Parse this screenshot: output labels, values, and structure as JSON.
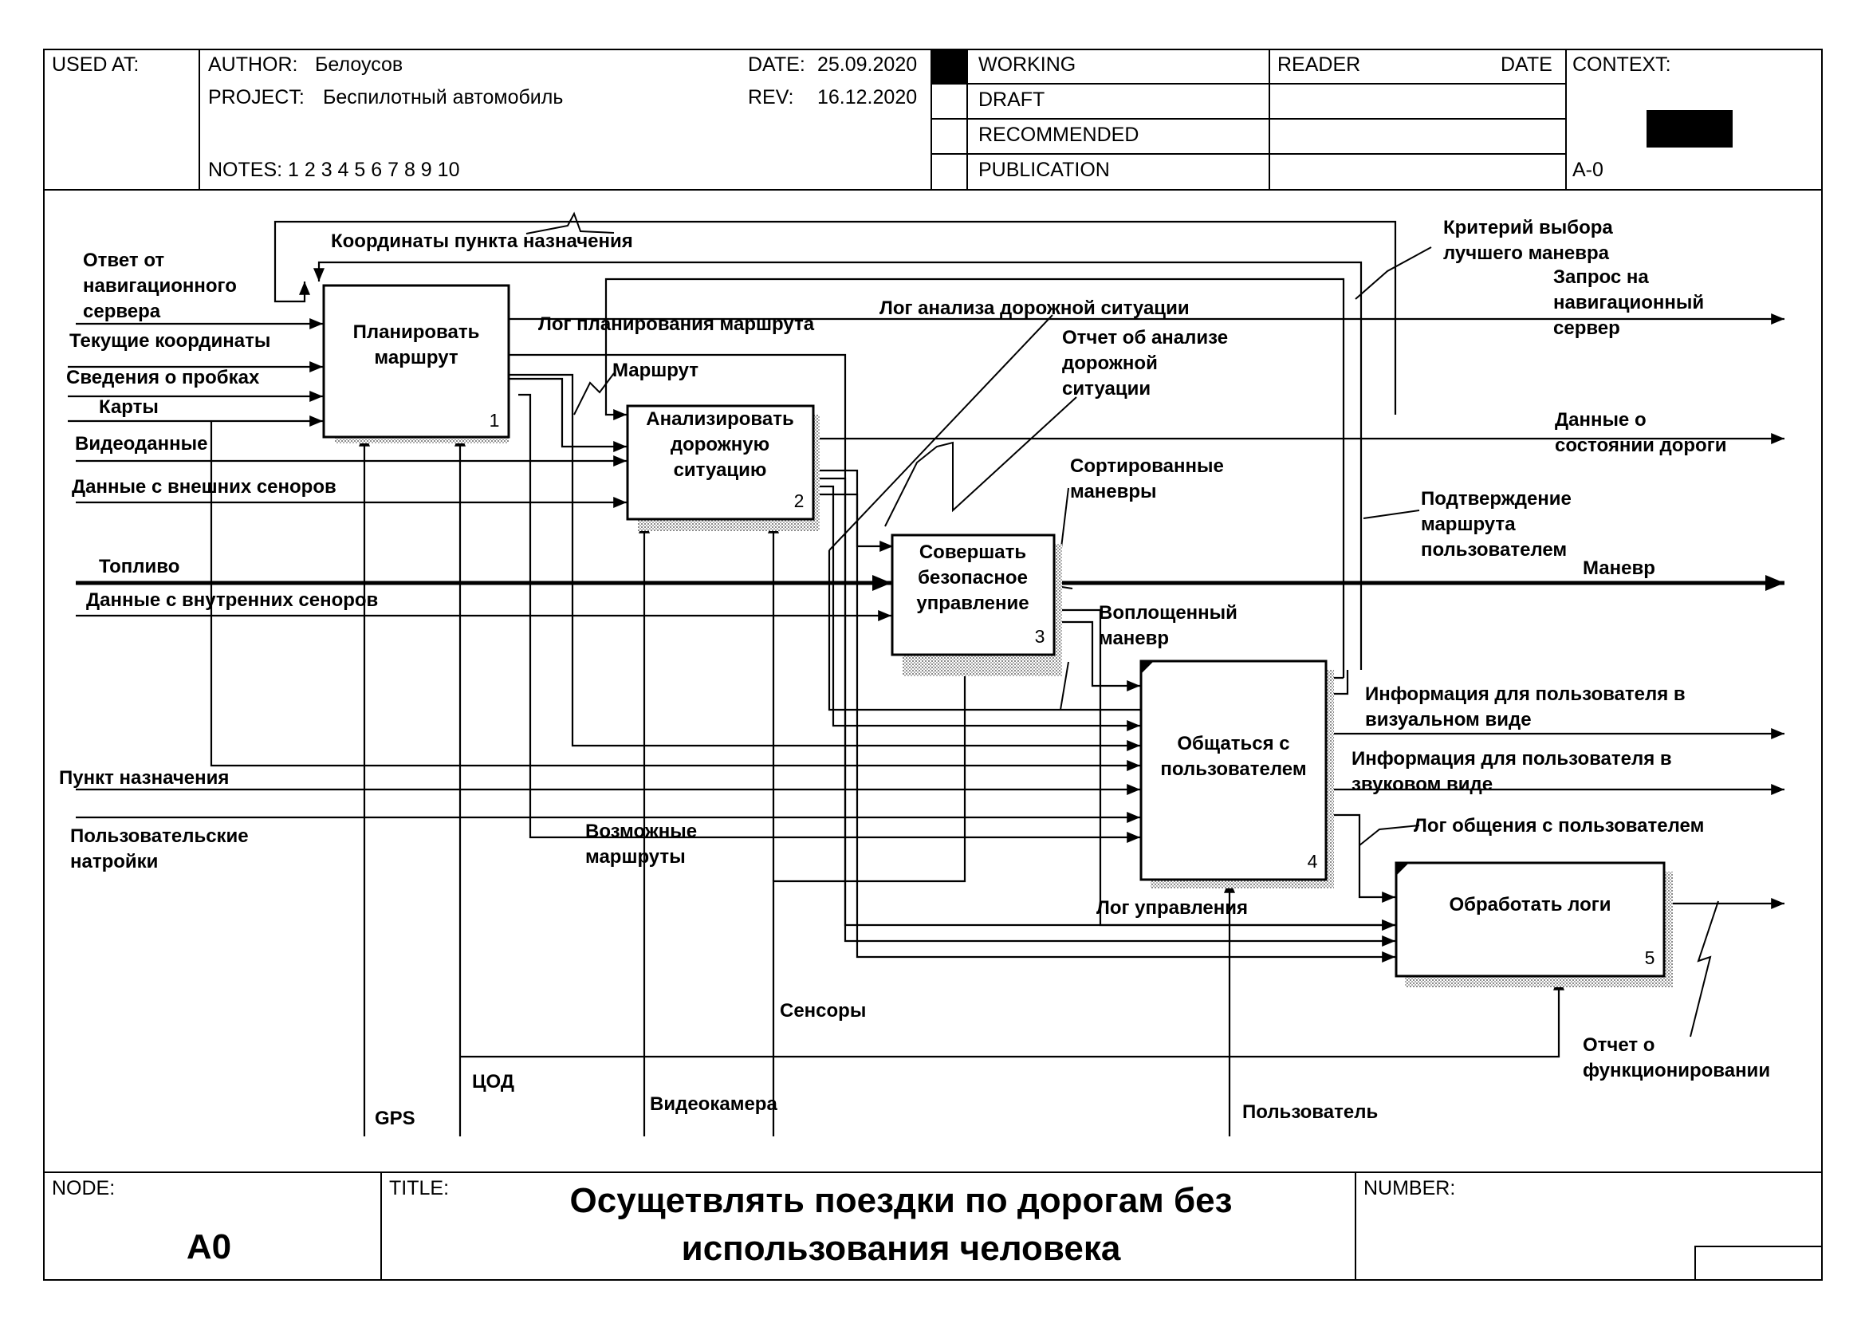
{
  "header": {
    "used_at": "USED AT:",
    "author_label": "AUTHOR:",
    "author": "Белоусов",
    "project_label": "PROJECT:",
    "project": "Беспилотный автомобиль",
    "date_label": "DATE:",
    "date": "25.09.2020",
    "rev_label": "REV:",
    "rev": "16.12.2020",
    "notes": "NOTES:  1  2  3  4  5  6  7  8  9  10",
    "working": "WORKING",
    "draft": "DRAFT",
    "recommended": "RECOMMENDED",
    "publication": "PUBLICATION",
    "reader": "READER",
    "reader_date": "DATE",
    "context": "CONTEXT:",
    "context_node": "A-0"
  },
  "boxes": [
    {
      "lines": [
        "Планировать",
        "маршрут"
      ],
      "number": "1"
    },
    {
      "lines": [
        "Анализировать",
        "дорожную",
        "ситуацию"
      ],
      "number": "2"
    },
    {
      "lines": [
        "Совершать",
        "безопасное",
        "управление"
      ],
      "number": "3"
    },
    {
      "lines": [
        "Общаться с",
        "пользователем"
      ],
      "number": "4"
    },
    {
      "lines": [
        "Обработать логи"
      ],
      "number": "5"
    }
  ],
  "arrows": {
    "nav_reply": [
      "Ответ от",
      "навигационного",
      "сервера"
    ],
    "current_coords": "Текущие координаты",
    "traffic": "Сведения о пробках",
    "maps": "Карты",
    "video": "Видеоданные",
    "ext_sensors": "Данные с внешних сеноров",
    "fuel": "Топливо",
    "int_sensors": "Данные с внутренних сеноров",
    "destination": "Пункт назначения",
    "user_settings": [
      "Пользовательские",
      "натройки"
    ],
    "dest_coords": "Координаты пункта назначения",
    "route_log": "Лог планирования маршрута",
    "route": "Маршрут",
    "road_log": "Лог анализа дорожной ситуации",
    "road_report": [
      "Отчет об анализе",
      "дорожной",
      "ситуации"
    ],
    "criterion": [
      "Критерий выбора",
      "лучшего маневра"
    ],
    "nav_request": [
      "Запрос на",
      "навигационный",
      "сервер"
    ],
    "road_state": [
      "Данные о",
      "состоянии дороги"
    ],
    "sorted": [
      "Сортированные",
      "маневры"
    ],
    "confirm": [
      "Подтверждение",
      "маршрута",
      "пользователем"
    ],
    "maneuver": "Маневр",
    "done_maneuver": [
      "Воплощенный",
      "маневр"
    ],
    "info_visual": [
      "Информация для пользователя в",
      "визуальном виде"
    ],
    "info_audio": [
      "Информация для пользователя в",
      "звуковом виде"
    ],
    "user_log": "Лог общения с пользователем",
    "possible_routes": [
      "Возможные",
      "маршруты"
    ],
    "control_log": "Лог управления",
    "sensors": "Сенсоры",
    "report": [
      "Отчет о",
      "функционировании"
    ],
    "gps": "GPS",
    "cod": "ЦОД",
    "camera": "Видеокамера",
    "user": "Пользователь"
  },
  "footer": {
    "node_label": "NODE:",
    "node": "A0",
    "title_label": "TITLE:",
    "title": [
      "Осущетвлять поездки по дорогам  без",
      "использования человека"
    ],
    "number_label": "NUMBER:"
  }
}
